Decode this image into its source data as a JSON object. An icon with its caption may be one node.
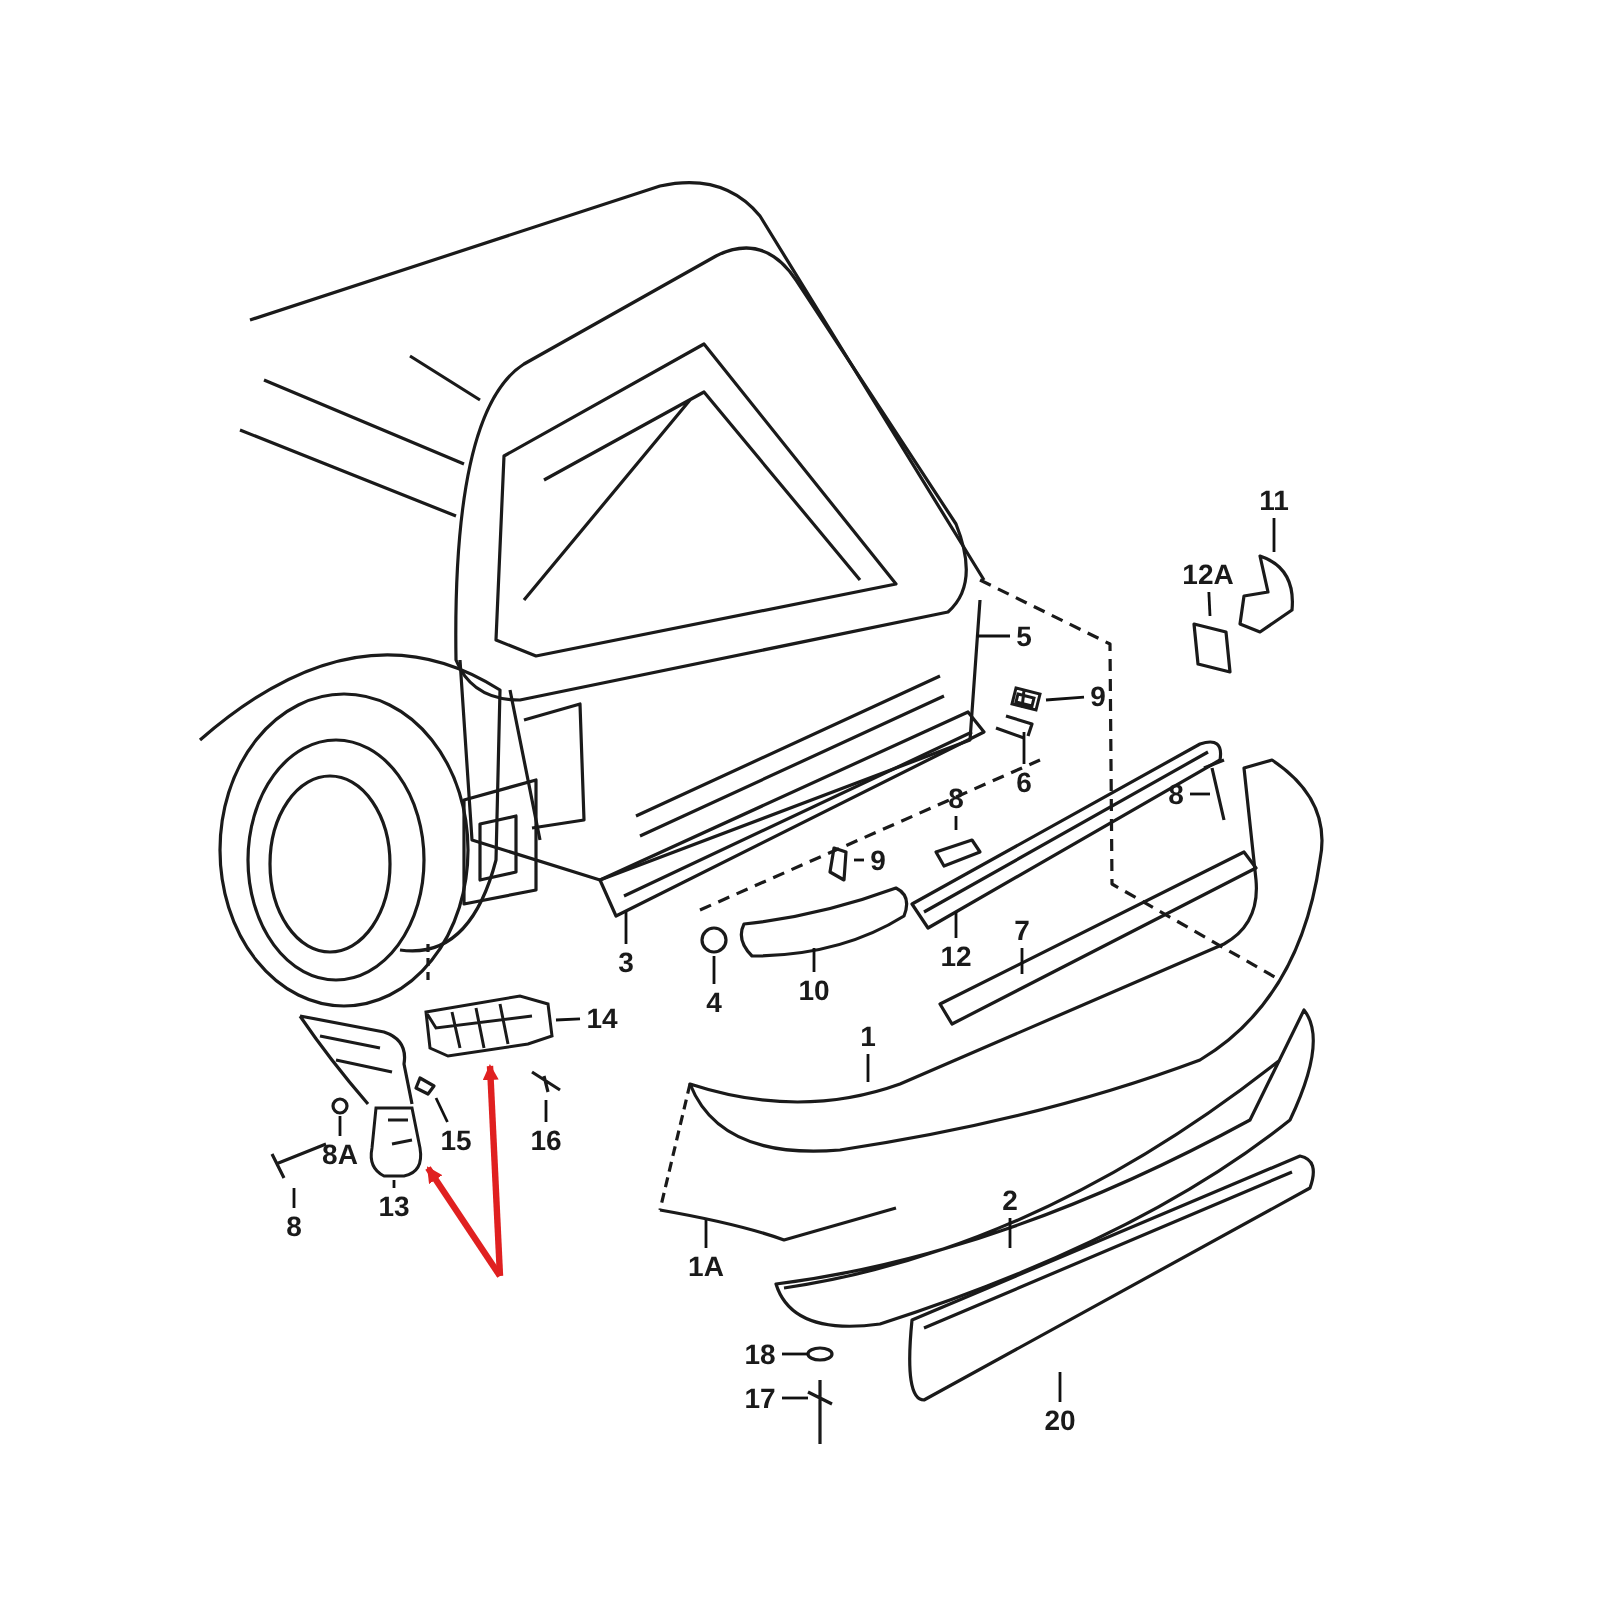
{
  "diagram": {
    "nodes": [
      {
        "text": [
          "11"
        ]
      },
      {
        "text": [
          "12A"
        ]
      },
      {
        "text": [
          "5"
        ]
      },
      {
        "text": [
          "9"
        ]
      },
      {
        "text": [
          "6"
        ]
      },
      {
        "text": [
          "8"
        ]
      },
      {
        "text": [
          "8"
        ]
      },
      {
        "text": [
          "9"
        ]
      },
      {
        "text": [
          "3"
        ]
      },
      {
        "text": [
          "4"
        ]
      },
      {
        "text": [
          "10"
        ]
      },
      {
        "text": [
          "12"
        ]
      },
      {
        "text": [
          "7"
        ]
      },
      {
        "text": [
          "14"
        ]
      },
      {
        "text": [
          "1"
        ]
      },
      {
        "text": [
          "15"
        ]
      },
      {
        "text": [
          "16"
        ]
      },
      {
        "text": [
          "8A"
        ]
      },
      {
        "text": [
          "13"
        ]
      },
      {
        "text": [
          "8"
        ]
      },
      {
        "text": [
          "2"
        ]
      },
      {
        "text": [
          "1A"
        ]
      },
      {
        "text": [
          "18"
        ]
      },
      {
        "text": [
          "17"
        ]
      },
      {
        "text": [
          "20"
        ]
      },
      {
        "text": [],
        "shape": "picture"
      },
      {
        "text": [],
        "shape": "picture"
      },
      {
        "text": [],
        "shape": "picture"
      }
    ],
    "edges": [
      {
        "from": 0,
        "to": null,
        "arrow": "none"
      },
      {
        "from": 1,
        "to": null,
        "arrow": "none"
      },
      {
        "from": 2,
        "to": null,
        "arrow": "none"
      },
      {
        "from": 3,
        "to": 27,
        "arrow": "none"
      },
      {
        "from": 4,
        "to": null,
        "arrow": "none"
      },
      {
        "from": 5,
        "to": null,
        "arrow": "none"
      },
      {
        "from": 6,
        "to": null,
        "arrow": "none"
      },
      {
        "from": 7,
        "to": null,
        "arrow": "none"
      },
      {
        "from": 8,
        "to": null,
        "arrow": "none"
      },
      {
        "from": 9,
        "to": null,
        "arrow": "none"
      },
      {
        "from": 10,
        "to": null,
        "arrow": "none"
      },
      {
        "from": 11,
        "to": null,
        "arrow": "none"
      },
      {
        "from": 12,
        "to": null,
        "arrow": "none"
      },
      {
        "from": 13,
        "to": 26,
        "arrow": "none"
      },
      {
        "from": 14,
        "to": null,
        "arrow": "none"
      },
      {
        "from": 15,
        "to": null,
        "arrow": "none"
      },
      {
        "from": 16,
        "to": null,
        "arrow": "none"
      },
      {
        "from": 17,
        "to": null,
        "arrow": "none"
      },
      {
        "from": 18,
        "to": 25,
        "arrow": "none"
      },
      {
        "from": 19,
        "to": null,
        "arrow": "none"
      },
      {
        "from": 20,
        "to": null,
        "arrow": "none"
      },
      {
        "from": 21,
        "to": null,
        "arrow": "none"
      },
      {
        "from": 22,
        "to": null,
        "arrow": "none"
      },
      {
        "from": 23,
        "to": null,
        "arrow": "none"
      },
      {
        "from": 24,
        "to": null,
        "arrow": "none"
      },
      {
        "from": null,
        "to": 25,
        "arrow": "to",
        "color": "#e02020",
        "style": "thick"
      },
      {
        "from": null,
        "to": 26,
        "arrow": "to",
        "color": "#e02020",
        "style": "thick"
      }
    ]
  }
}
